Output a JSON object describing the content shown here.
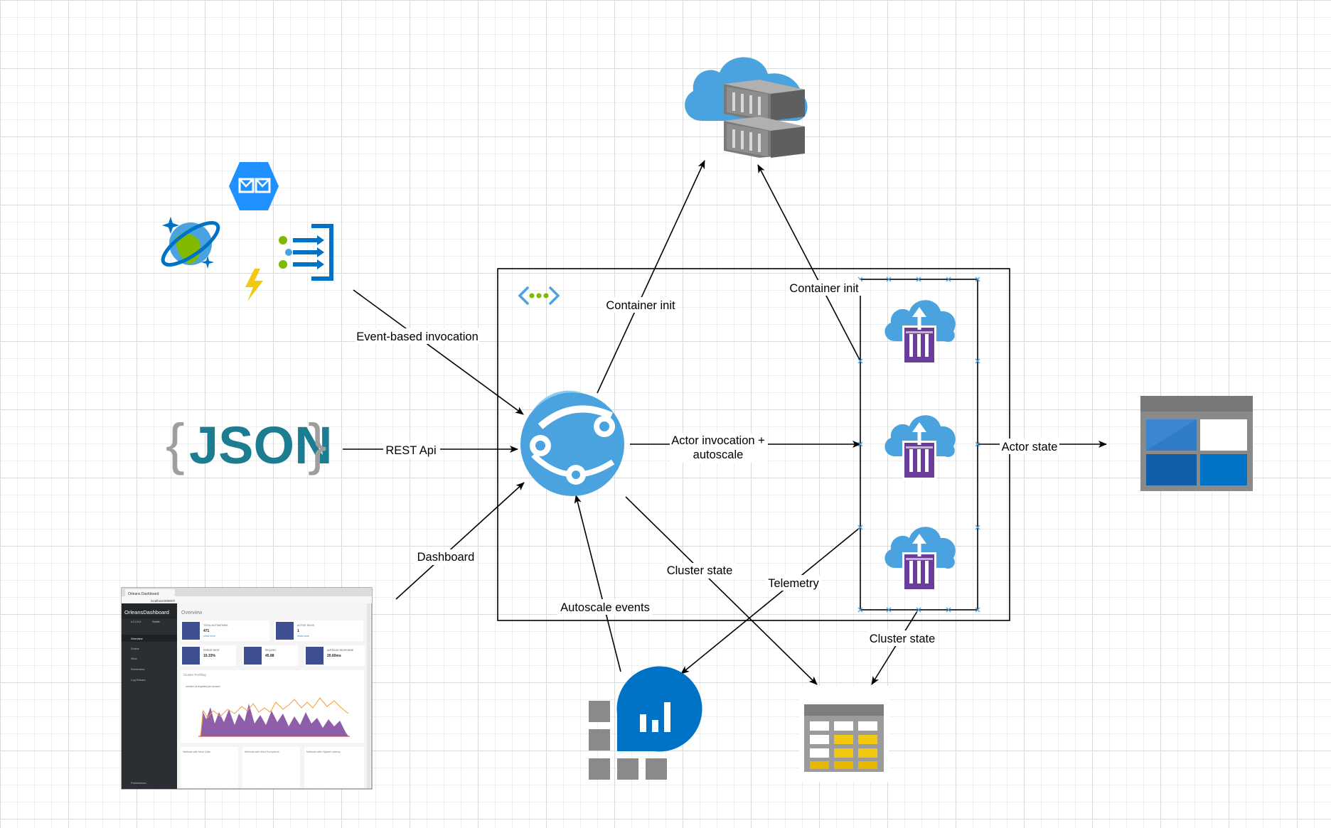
{
  "labels": {
    "event_based_invocation": "Event-based invocation",
    "rest_api": "REST Api",
    "dashboard": "Dashboard",
    "container_init_left": "Container init",
    "container_init_right": "Container init",
    "actor_invocation_line1": "Actor invocation +",
    "actor_invocation_line2": "autoscale",
    "actor_state": "Actor state",
    "cluster_state_center": "Cluster state",
    "telemetry": "Telemetry",
    "autoscale_events": "Autoscale events",
    "cluster_state_right": "Cluster state"
  },
  "json_logo": {
    "open_brace": "{",
    "text": "JSON",
    "close_brace": "}"
  },
  "dashboard_screenshot": {
    "tab_title": "Orleans Dashboard",
    "url": "localhost:8080/#/",
    "brand": "OrleansDashboard",
    "version": "v.2.1.0.0",
    "status": "Stable",
    "nav": [
      "Overview",
      "Grains",
      "Silos",
      "Reminders",
      "Log Stream"
    ],
    "footer_nav": "Preferences",
    "page_title": "Overview",
    "stats": [
      {
        "label": "TOTAL ACTIVATIONS",
        "value": "471",
        "sub": "show more"
      },
      {
        "label": "ACTIVE SILOS",
        "value": "1",
        "sub": "show more"
      },
      {
        "label": "ERROR RATE",
        "value": "15.33%"
      },
      {
        "label": "REQ/SEC",
        "value": "45.88"
      },
      {
        "label": "AVERAGE RESPONSE",
        "value": "20.60ms"
      }
    ],
    "profiling_title": "Cluster Profiling",
    "profiling_sub": "number of requests per second",
    "panels": [
      "Methods with Most Calls",
      "Methods with Most Exceptions",
      "Methods with Highest Latency"
    ]
  },
  "colors": {
    "azure_blue": "#4aa3df",
    "azure_light_blue": "#5eb6e6",
    "azure_dark_blue": "#0072c6",
    "container_purple": "#6a3d9a",
    "grid_gray": "#d9d9d9",
    "json_teal": "#1b7d8f",
    "json_gray": "#9e9e9e",
    "bolt_yellow": "#f2c811",
    "lime": "#7fba00"
  },
  "icons": {
    "app_service": "azure-app-service-globe-icon",
    "registry": "azure-container-registry-icon",
    "container_instance": "azure-container-instance-icon",
    "storage_table": "azure-table-storage-icon",
    "cosmos": "azure-cosmos-db-icon",
    "storage_queue": "azure-storage-queue-icon",
    "event_hub": "azure-event-hub-icon",
    "function": "azure-function-bolt-icon",
    "app_insights": "azure-application-insights-icon",
    "vnet": "azure-virtual-network-icon"
  }
}
